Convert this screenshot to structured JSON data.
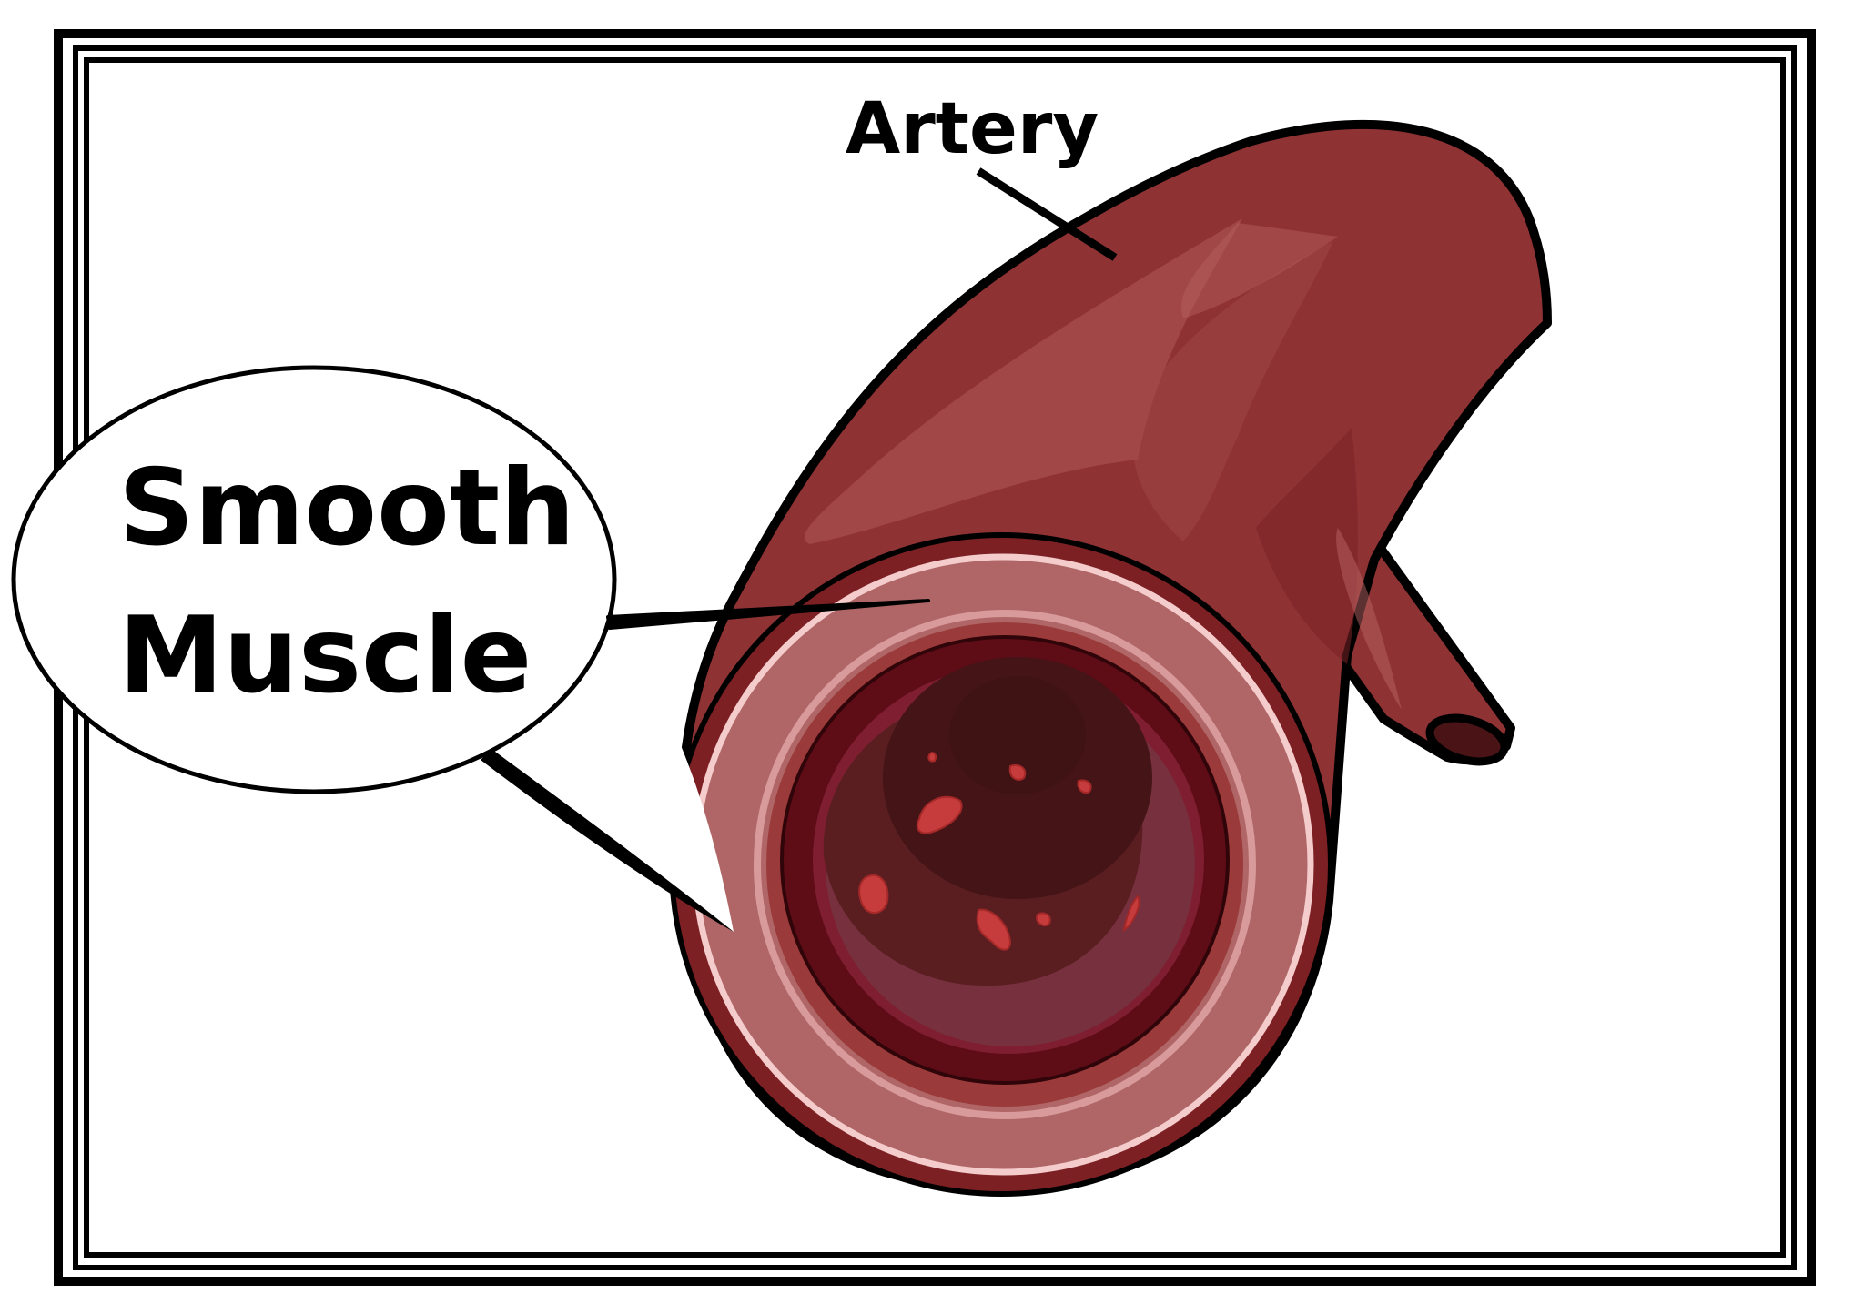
{
  "labels": {
    "artery": "Artery",
    "smooth_line1": "Smooth",
    "smooth_line2": "Muscle"
  },
  "colors": {
    "outer_wall": "#8f3234",
    "outer_wall_dark": "#6e1c1f",
    "highlight": "#b05a5a",
    "ring_light": "#b06666",
    "ring_outline": "#f4cccc",
    "ring_mid": "#9b3a3a",
    "inner_dark": "#5e0c16",
    "lumen_purple": "#76303e",
    "lumen_brown": "#5a1e20",
    "lumen_core": "#441416",
    "cell": "#c63b3b",
    "label_text": "#000000",
    "frame": "#000000",
    "background": "#ffffff"
  }
}
